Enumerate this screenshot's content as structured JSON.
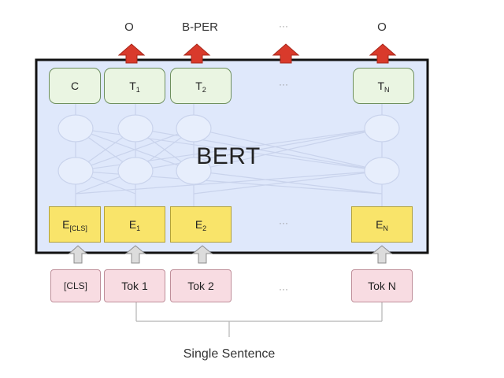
{
  "diagram": {
    "model_label": "BERT",
    "outputs": [
      "O",
      "B-PER",
      "···",
      "O"
    ],
    "token_boxes": [
      {
        "main": "C",
        "sub": ""
      },
      {
        "main": "T",
        "sub": "1"
      },
      {
        "main": "T",
        "sub": "2"
      },
      {
        "main": "T",
        "sub": "N"
      }
    ],
    "embedding_boxes": [
      {
        "main": "E",
        "sub": "[CLS]"
      },
      {
        "main": "E",
        "sub": "1"
      },
      {
        "main": "E",
        "sub": "2"
      },
      {
        "main": "E",
        "sub": "N"
      }
    ],
    "input_tokens": [
      "[CLS]",
      "Tok 1",
      "Tok 2",
      "Tok N"
    ],
    "ellipsis": "···",
    "caption": "Single Sentence",
    "colors": {
      "arrow_out": "#d93a2b",
      "arrow_in": "#d9d9d9",
      "token_box": "#eaf5e2",
      "embedding_box": "#f9e46a",
      "input_box": "#f8dce2",
      "model_panel": "#dfe8fb"
    }
  }
}
